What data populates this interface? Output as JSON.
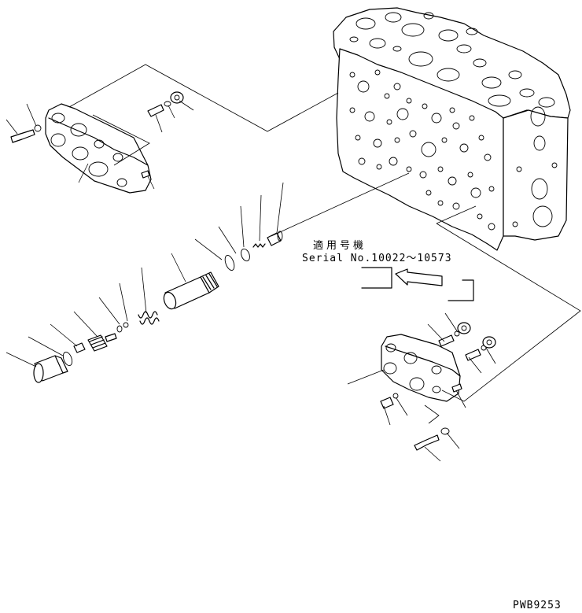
{
  "applicability": {
    "title": "適用号機",
    "serial": "Serial No.10022～10573"
  },
  "drawing_code": "PWB9253"
}
